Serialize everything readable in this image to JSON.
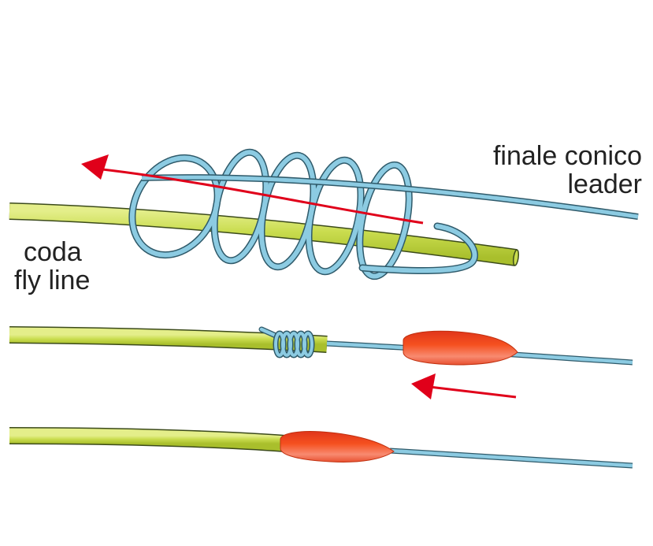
{
  "diagram": {
    "title": "",
    "labels": {
      "leader_it": "finale conico",
      "leader_en": "leader",
      "flyline_it": "coda",
      "flyline_en": "fly line"
    },
    "steps": [
      {
        "name": "wrap-coils",
        "description": "Leader wrapped in loops around fly line; pull direction arrow to the left",
        "coil_count": 5
      },
      {
        "name": "tightened-knot",
        "description": "Coils tightened around fly line end; protective sleeve on leader; arrow pushing sleeve left",
        "coil_count": 5
      },
      {
        "name": "finished-connection",
        "description": "Sleeve slid over the knot covering the junction"
      }
    ],
    "colors": {
      "fly_line": "#c9dc4e",
      "fly_line_outline": "#3b4a1a",
      "leader": "#8ccbe2",
      "leader_outline": "#2f5a6a",
      "arrow": "#e0001a",
      "sleeve": "#f04a1f",
      "text": "#222222"
    }
  }
}
